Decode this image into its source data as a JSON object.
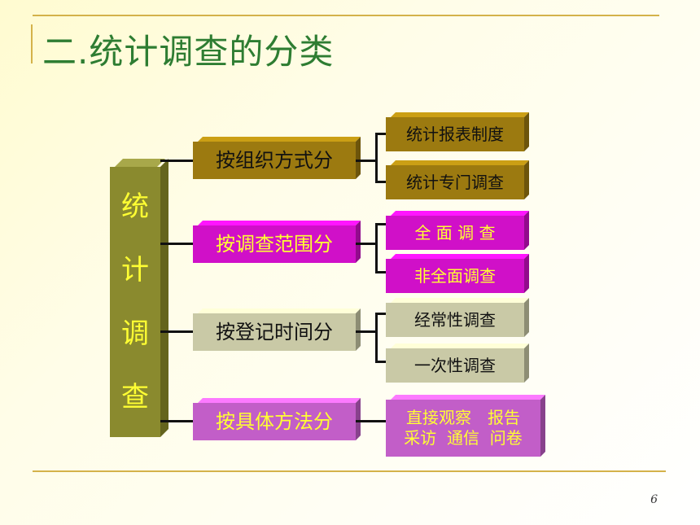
{
  "title": "二.统计调查的分类",
  "page_number": "6",
  "root": {
    "chars": [
      "统",
      "计",
      "调",
      "查"
    ]
  },
  "branches": [
    {
      "label": "按组织方式分",
      "children": [
        "统计报表制度",
        "统计专门调查"
      ]
    },
    {
      "label": "按调查范围分",
      "children": [
        "全 面 调 查",
        "非全面调查"
      ]
    },
    {
      "label": "按登记时间分",
      "children": [
        "经常性调查",
        "一次性调查"
      ]
    },
    {
      "label": "按具体方法分",
      "children": [
        "直接观察　报告",
        "采访  通信  问卷"
      ]
    }
  ],
  "colors": {
    "title": "#2e7d32",
    "root": "#8a8a2e",
    "root_text": "#ffff33",
    "branch_1": "#9c7a10",
    "branch_2": "#d010c8",
    "branch_3": "#c9c9a6",
    "branch_4": "#c25ec8",
    "rule": "#d4b24a"
  }
}
